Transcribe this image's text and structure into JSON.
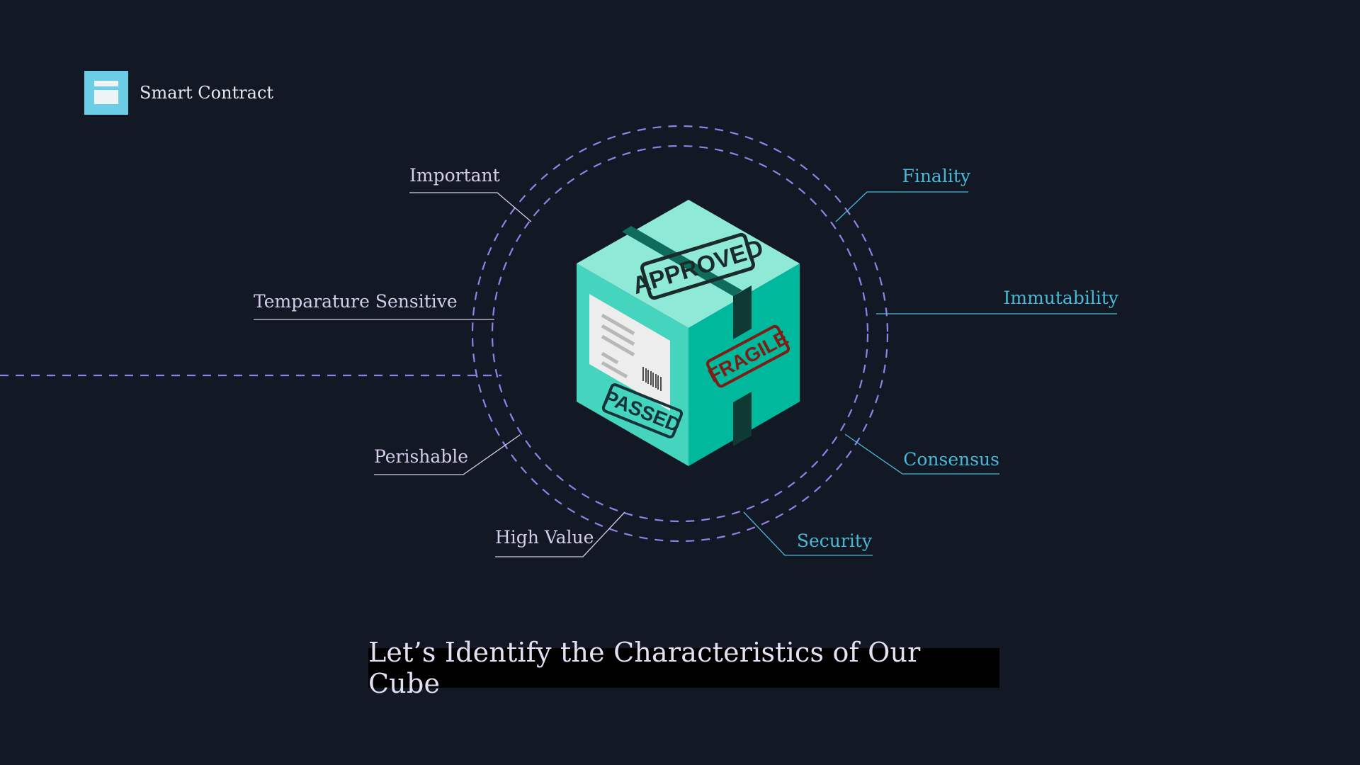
{
  "brand": {
    "label": "Smart Contract",
    "icon": "window-icon"
  },
  "characteristics_left": [
    "Important",
    "Temparature Sensitive",
    "Perishable",
    "High Value"
  ],
  "characteristics_right": [
    "Finality",
    "Immutability",
    "Consensus",
    "Security"
  ],
  "box_stamps": {
    "top": "APPROVED",
    "side": "FRAGILE",
    "front": "PASSED"
  },
  "caption": "Let’s Identify the Characteristics of Our Cube",
  "colors": {
    "background": "#121925",
    "left_labels": "#d6cdec",
    "right_labels": "#48b8d6",
    "dashed_circle": "#8f83e8",
    "box_top": "#8ee9d6",
    "box_left": "#45d4bd",
    "box_right": "#00b89c",
    "tape": "#0f3a33",
    "fragile": "#7e1d14"
  }
}
